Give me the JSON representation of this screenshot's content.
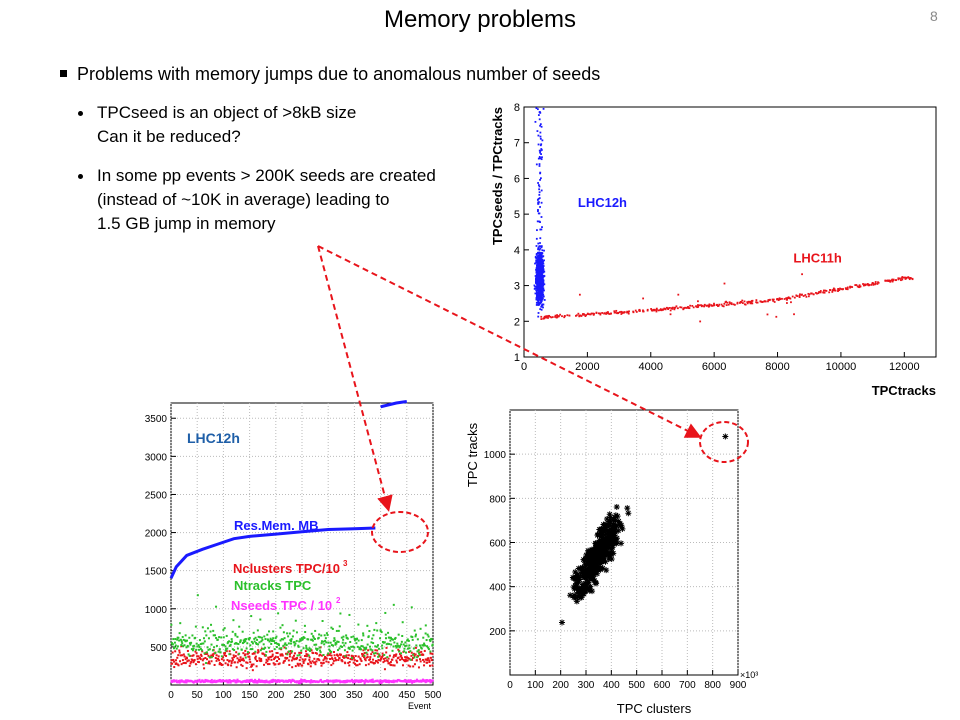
{
  "slide": {
    "title": "Memory problems",
    "number": "8",
    "bullet": "Problems with memory jumps due to anomalous number of seeds",
    "sub_bullets": [
      {
        "line1": "TPCseed is an object of >8kB size",
        "line2": "Can it be reduced?",
        "line3": ""
      },
      {
        "line1": "In some pp events > 200K seeds are created",
        "line2": "(instead of ~10K in average) leading to",
        "line3": "1.5 GB jump in memory"
      }
    ]
  },
  "chart_data": [
    {
      "type": "scatter",
      "xlabel": "TPCtracks",
      "ylabel": "TPCseeds / TPCtracks",
      "xlim": [
        0,
        13000
      ],
      "ylim": [
        1,
        8
      ],
      "xticks": [
        "0",
        "2000",
        "4000",
        "6000",
        "8000",
        "10000",
        "12000"
      ],
      "yticks": [
        "1",
        "2",
        "3",
        "4",
        "5",
        "6",
        "7",
        "8"
      ],
      "annotations": [
        "LHC12h",
        "LHC11h"
      ],
      "series": [
        {
          "name": "LHC12h",
          "color": "#1a1aff",
          "x_center": 500,
          "x_spread": 200,
          "y_range": [
            2.2,
            8
          ]
        },
        {
          "name": "LHC11h",
          "color": "#e8141b",
          "trend": [
            [
              500,
              2.1
            ],
            [
              4000,
              2.3
            ],
            [
              8000,
              2.6
            ],
            [
              12000,
              3.2
            ]
          ]
        }
      ]
    },
    {
      "type": "line",
      "xlabel": "Event",
      "ylabel": "",
      "xlim": [
        0,
        500
      ],
      "ylim": [
        0,
        3700
      ],
      "xticks": [
        "0",
        "50",
        "100",
        "150",
        "200",
        "250",
        "300",
        "350",
        "400",
        "450",
        "500"
      ],
      "yticks": [
        "500",
        "1000",
        "1500",
        "2000",
        "2500",
        "3000",
        "3500"
      ],
      "title_label": "LHC12h",
      "series": [
        {
          "name": "Res.Mem. MB",
          "color": "#1a1aff",
          "x": [
            0,
            10,
            30,
            60,
            90,
            120,
            150,
            200,
            250,
            300,
            350,
            390,
            400,
            430,
            450
          ],
          "values": [
            1400,
            1550,
            1700,
            1780,
            1850,
            1920,
            1950,
            1980,
            2010,
            2040,
            2050,
            2060,
            3650,
            3700,
            3720
          ]
        },
        {
          "name": "Nclusters TPC/10^3",
          "color": "#e8141b",
          "level": 350,
          "spread": 120
        },
        {
          "name": "Ntracks TPC",
          "color": "#2bc02b",
          "level": 550,
          "spread": 180
        },
        {
          "name": "Nseeds TPC / 10^2",
          "color": "#ff33ff",
          "level": 50,
          "spread": 20
        }
      ]
    },
    {
      "type": "scatter",
      "xlabel": "TPC clusters",
      "ylabel": "TPC tracks",
      "xlim": [
        0,
        900
      ],
      "ylim": [
        0,
        1200
      ],
      "x_multiplier": "×10³",
      "xticks": [
        "0",
        "100",
        "200",
        "300",
        "400",
        "500",
        "600",
        "700",
        "800",
        "900"
      ],
      "yticks": [
        "200",
        "400",
        "600",
        "800",
        "1000"
      ],
      "series": [
        {
          "name": "",
          "color": "#000000",
          "x_center": 350,
          "y_center": 550,
          "outlier": [
            850,
            1080
          ]
        }
      ]
    }
  ]
}
